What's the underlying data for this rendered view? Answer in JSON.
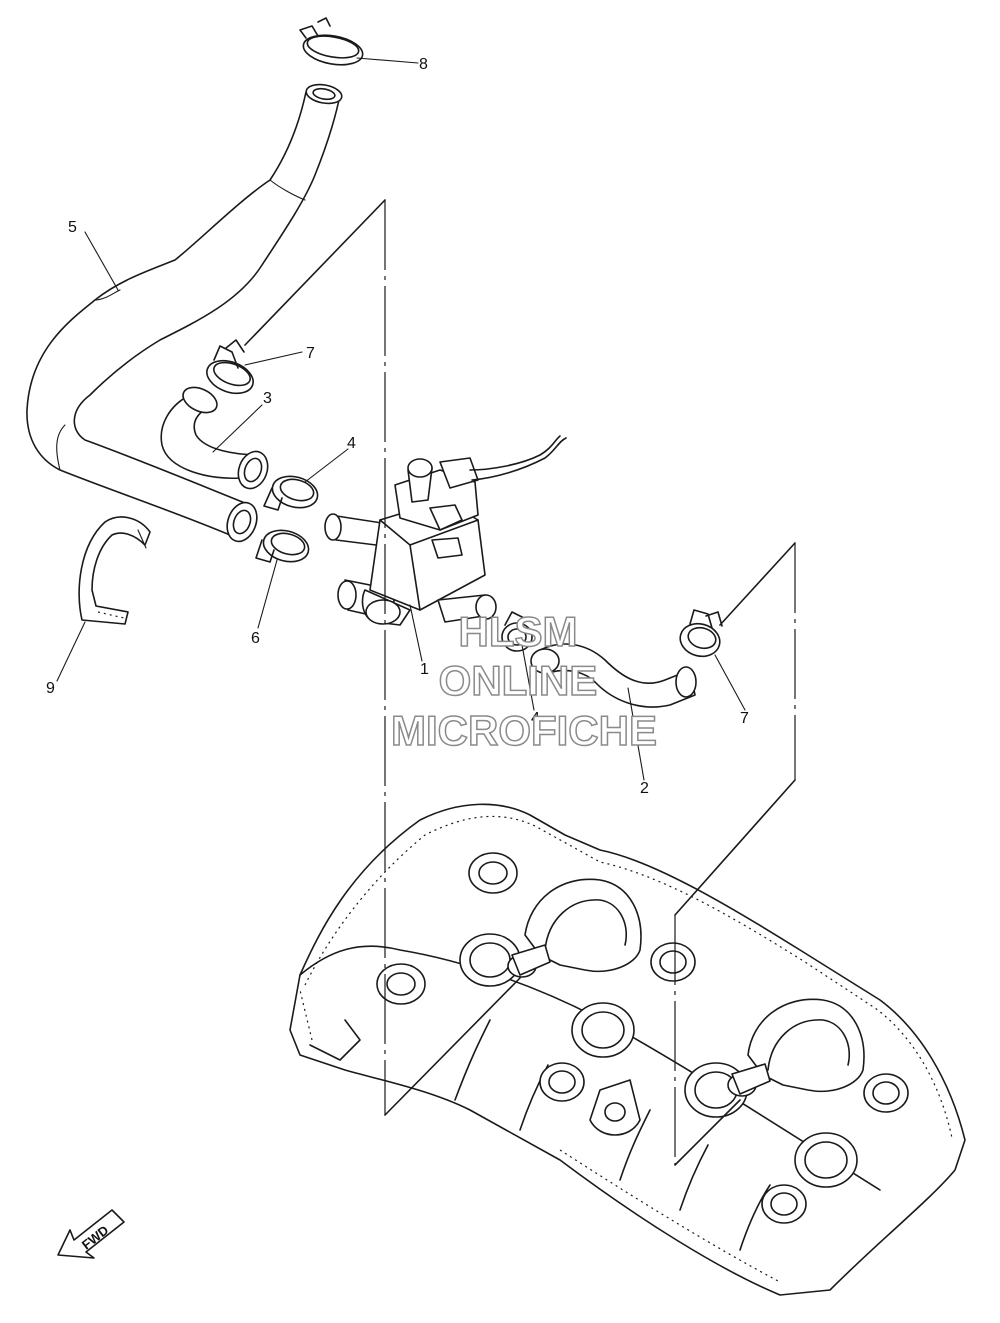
{
  "diagram": {
    "callouts": [
      {
        "id": "c8",
        "label": "8"
      },
      {
        "id": "c5",
        "label": "5"
      },
      {
        "id": "c7a",
        "label": "7"
      },
      {
        "id": "c3",
        "label": "3"
      },
      {
        "id": "c4a",
        "label": "4"
      },
      {
        "id": "c6",
        "label": "6"
      },
      {
        "id": "c9",
        "label": "9"
      },
      {
        "id": "c1",
        "label": "1"
      },
      {
        "id": "c4b",
        "label": "4"
      },
      {
        "id": "c7b",
        "label": "7"
      },
      {
        "id": "c2",
        "label": "2"
      }
    ],
    "direction_badge": "FWD"
  },
  "watermark": {
    "line1": "HLSM",
    "line2": "ONLINE",
    "line3": "MICROFICHE",
    "color": "#8a8a8a"
  }
}
